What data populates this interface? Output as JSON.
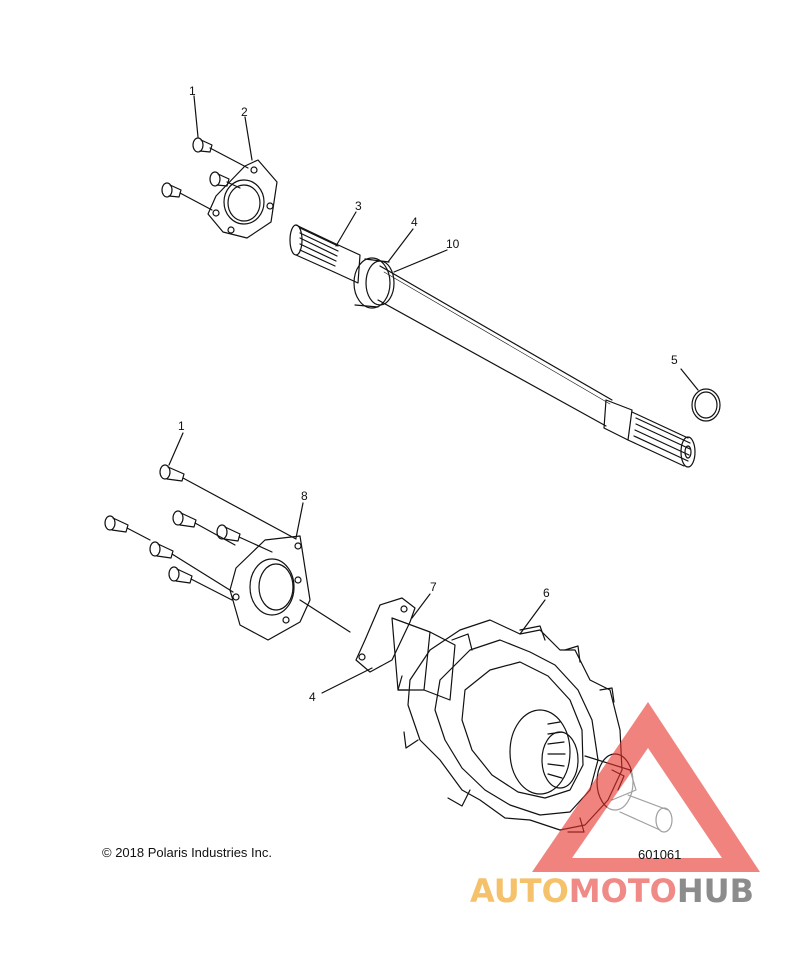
{
  "callouts": {
    "c1_top": "1",
    "c2": "2",
    "c3": "3",
    "c4_top": "4",
    "c10": "10",
    "c5": "5",
    "c1_mid": "1",
    "c8": "8",
    "c7": "7",
    "c6": "6",
    "c4_bottom": "4"
  },
  "footer": {
    "copyright": "© 2018 Polaris Industries Inc.",
    "diagram_code": "601061"
  },
  "watermark": {
    "word_auto": "AUTO",
    "word_moto": "MOTO",
    "word_hub": "HUB",
    "colors": {
      "auto": "#f5c26b",
      "moto": "#f08a86",
      "hub": "#8c8c8c",
      "triangle": "#e8322b"
    }
  }
}
